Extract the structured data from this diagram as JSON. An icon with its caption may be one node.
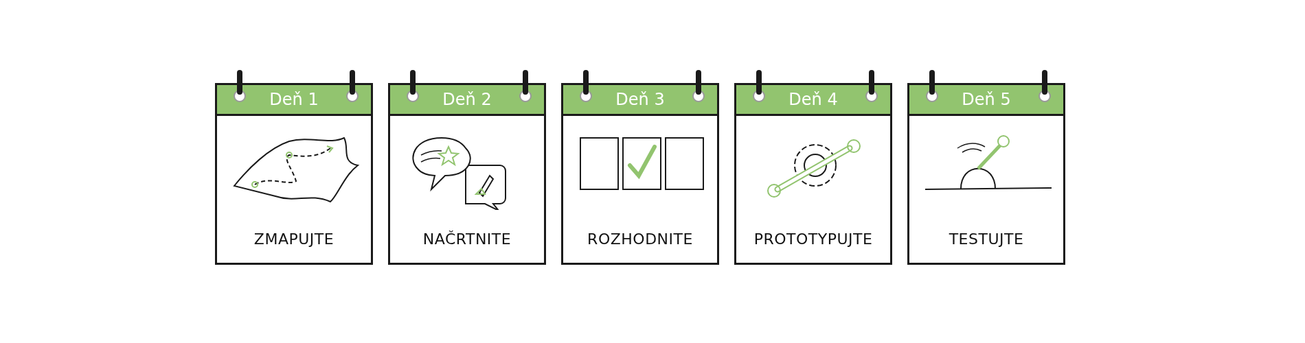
{
  "diagram": {
    "nodes": [
      {
        "text": [
          "Deň 1",
          "ZMAPUJTE"
        ]
      },
      {
        "text": [
          "Deň 2",
          "NAČRTNITE"
        ]
      },
      {
        "text": [
          "Deň 3",
          "ROZHODNITE"
        ]
      },
      {
        "text": [
          "Deň 4",
          "PROTOTYPUJTE"
        ]
      },
      {
        "text": [
          "Deň 5",
          "TESTUJTE"
        ]
      }
    ]
  }
}
